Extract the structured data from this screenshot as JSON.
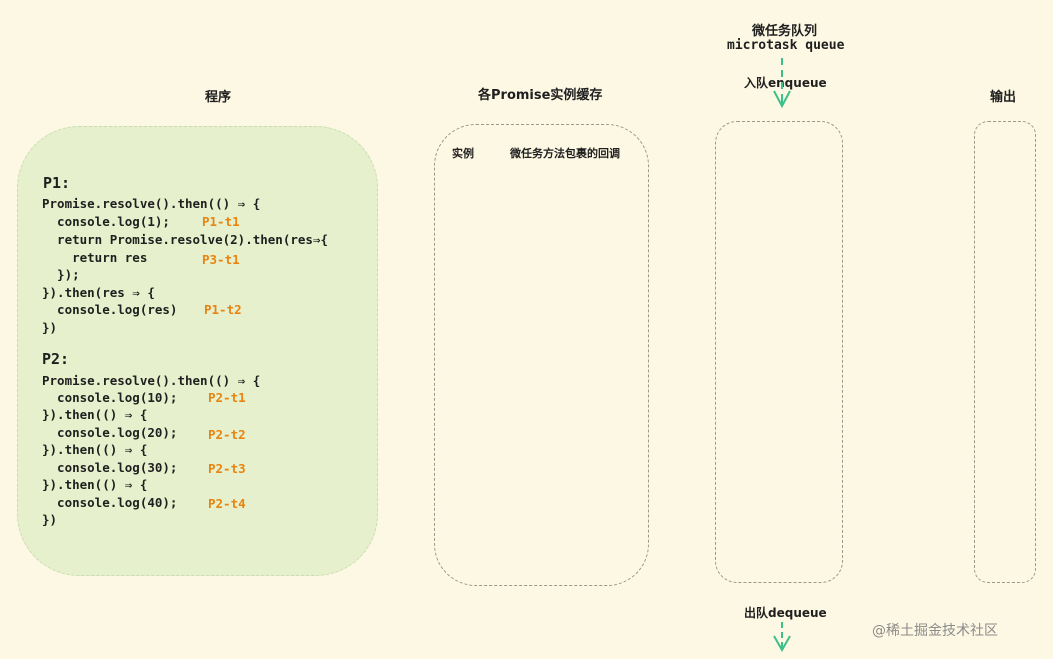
{
  "headings": {
    "program": "程序",
    "promise_cache": "各Promise实例缓存",
    "microtask_cn": "微任务队列",
    "microtask_en": "microtask queue",
    "enqueue": "入队enqueue",
    "output": "输出",
    "dequeue": "出队dequeue"
  },
  "cache_columns": {
    "instance": "实例",
    "callback": "微任务方法包裹的回调"
  },
  "program": {
    "p1_label": "P1:",
    "p1_lines": [
      "Promise.resolve().then(() ⇒ {",
      "  console.log(1);",
      "  return Promise.resolve(2).then(res⇒{",
      "    return res",
      "  });",
      "}).then(res ⇒ {",
      "  console.log(res)",
      "})"
    ],
    "p1_tags": [
      "P1-t1",
      "P3-t1",
      "P1-t2"
    ],
    "p2_label": "P2:",
    "p2_lines": [
      "Promise.resolve().then(() ⇒ {",
      "  console.log(10);",
      "}).then(() ⇒ {",
      "  console.log(20);",
      "}).then(() ⇒ {",
      "  console.log(30);",
      "}).then(() ⇒ {",
      "  console.log(40);",
      "})"
    ],
    "p2_tags": [
      "P2-t1",
      "P2-t2",
      "P2-t3",
      "P2-t4"
    ]
  },
  "colors": {
    "background": "#fdf8e3",
    "program_fill": "#e6f0cd",
    "tag_orange": "#e8840f",
    "arrow_green": "#3cc08a"
  },
  "watermark": "@稀土掘金技术社区"
}
